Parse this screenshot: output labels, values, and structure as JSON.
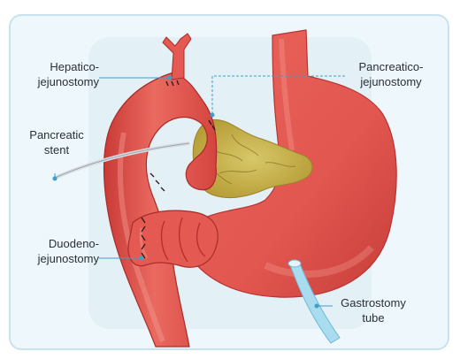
{
  "labels": {
    "hepaticojejunostomy": [
      "Hepatico-",
      "jejunostomy"
    ],
    "pancreatic_stent": [
      "Pancreatic",
      "stent"
    ],
    "duodenojejunostomy": [
      "Duodeno-",
      "jejunostomy"
    ],
    "pancreaticojejunostomy": [
      "Pancreatico-",
      "jejunostomy"
    ],
    "gastrostomy_tube": [
      "Gastrostomy",
      "tube"
    ]
  },
  "colors": {
    "frame_border": "#c9e3ee",
    "frame_bg": "#eef7fb",
    "organ_red": "#e2564f",
    "organ_dark": "#b8302e",
    "organ_light": "#f08a80",
    "pancreas": "#c8b24a",
    "tube": "#a9dcef",
    "leader": "#3f9fc6"
  }
}
